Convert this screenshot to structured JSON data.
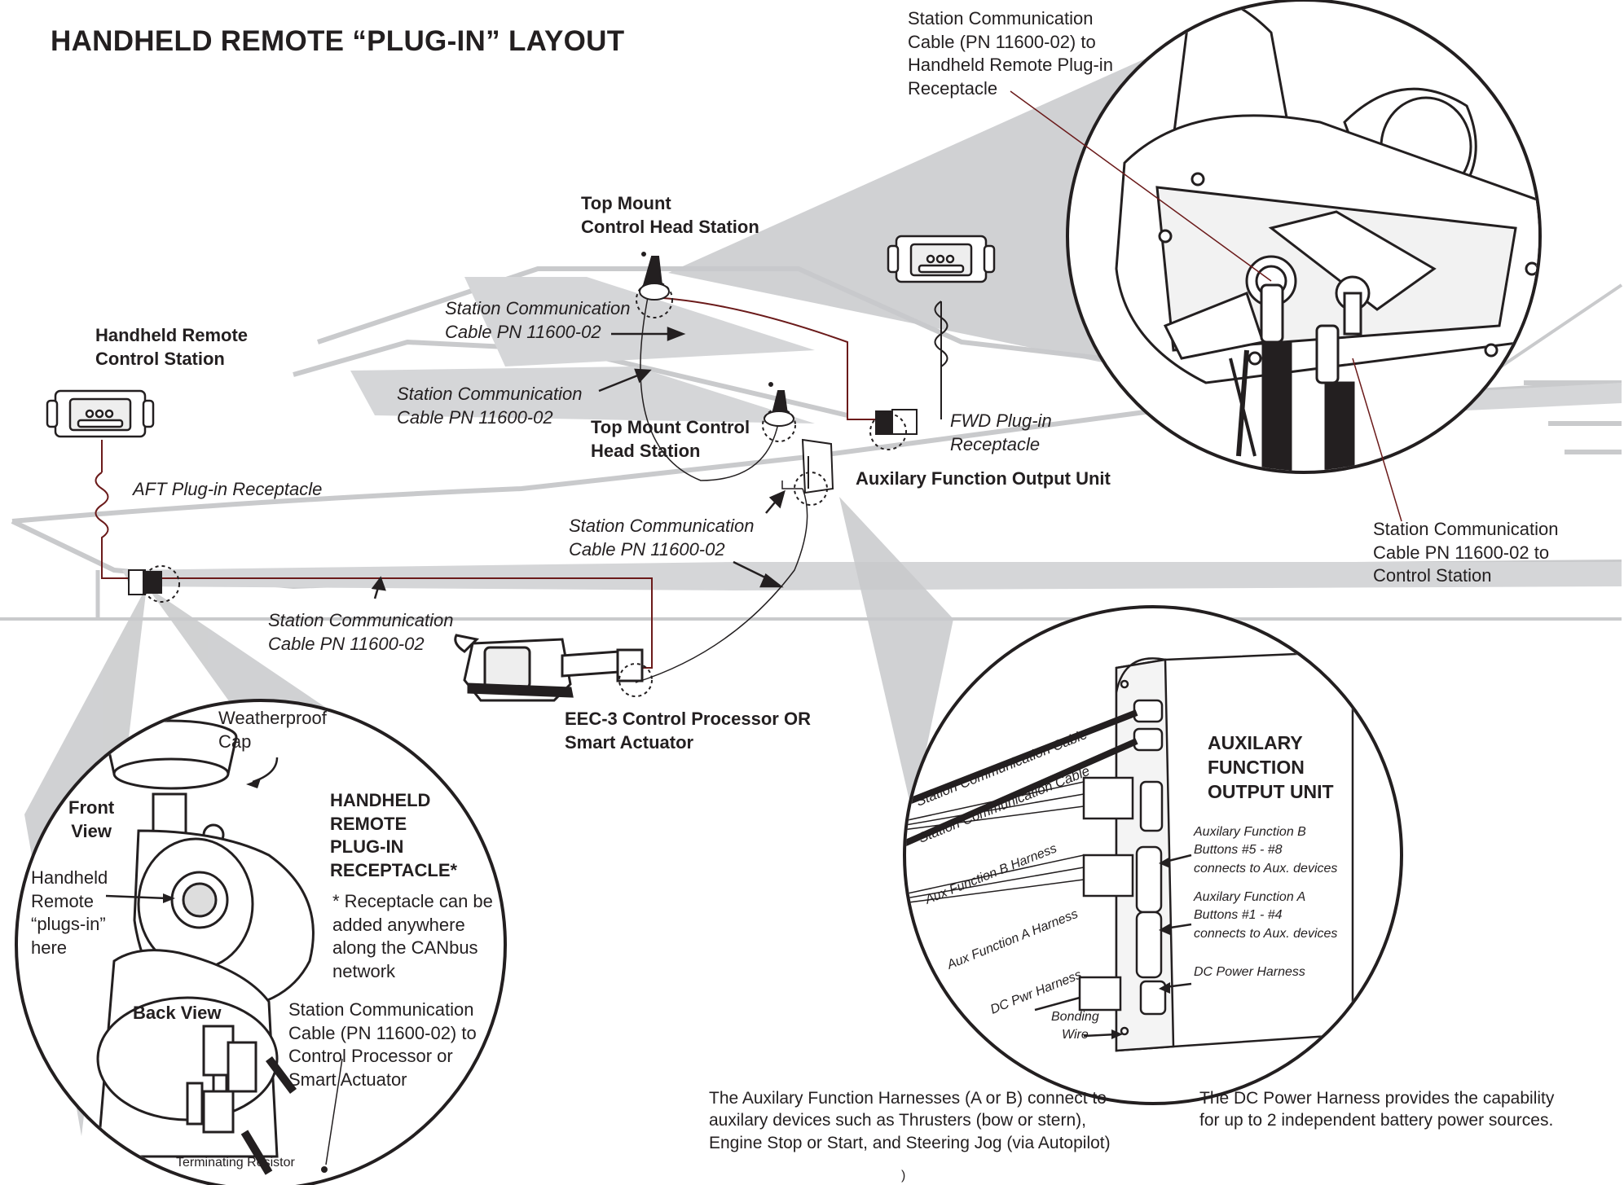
{
  "title": "HANDHELD REMOTE “PLUG-IN” LAYOUT",
  "labels": {
    "top_mount_head_station": [
      "Top Mount",
      "Control Head Station"
    ],
    "handheld_station": [
      "Handheld Remote",
      "Control Station"
    ],
    "station_cable_upper": [
      "Station Communication",
      "Cable  PN 11600-02"
    ],
    "station_cable_mid": [
      "Station Communication",
      "Cable  PN 11600-02"
    ],
    "top_mount_head_station_2": [
      "Top Mount Control",
      "Head Station"
    ],
    "fwd_receptacle": [
      "FWD Plug-in",
      "Receptacle"
    ],
    "aux_output_unit": "Auxilary Function Output Unit",
    "aft_receptacle": "AFT Plug-in Receptacle",
    "station_cable_right": [
      "Station Communication",
      "Cable  PN 11600-02"
    ],
    "station_cable_lower": [
      "Station Communication",
      "Cable  PN 11600-02"
    ],
    "eec3": [
      "EEC-3 Control Processor   OR",
      "Smart Actuator"
    ]
  },
  "top_detail": {
    "cable_to_receptacle": [
      "Station Communication",
      "Cable (PN 11600-02) to",
      "Handheld Remote Plug-in",
      "Receptacle"
    ],
    "cable_to_control_station": [
      "Station Communication",
      "Cable  PN 11600-02 to",
      "Control Station"
    ]
  },
  "receptacle_detail": {
    "weatherproof_cap": [
      "Weatherproof",
      "Cap"
    ],
    "front_view": [
      "Front",
      "View"
    ],
    "plugs_in_here": [
      "Handheld",
      "Remote",
      "“plugs-in”",
      "here"
    ],
    "heading": [
      "HANDHELD",
      "REMOTE",
      "PLUG-IN",
      "RECEPTACLE*"
    ],
    "note": [
      "* Receptacle can be",
      "added anywhere",
      "along the CANbus",
      "network"
    ],
    "back_view": "Back View",
    "cable_to_processor": [
      "Station Communication",
      "Cable (PN 11600-02) to",
      "Control Processor or",
      "Smart Actuator"
    ],
    "terminating_resistor": "Terminating Resistor"
  },
  "aux_detail": {
    "heading": [
      "AUXILARY",
      "FUNCTION",
      "OUTPUT UNIT"
    ],
    "cable_1": "Station Communication Cable",
    "cable_2": "Station Communication Cable",
    "harness_b": "Aux Function B Harness",
    "harness_a": "Aux Function A Harness",
    "dc_harness": "DC Pwr Harness",
    "func_b": [
      "Auxilary Function B",
      "Buttons #5 - #8",
      "connects to Aux. devices"
    ],
    "func_a": [
      "Auxilary Function A",
      "Buttons #1 - #4",
      "connects to Aux. devices"
    ],
    "dc_power": "DC Power Harness",
    "bonding_wire": [
      "Bonding",
      "Wire"
    ]
  },
  "notes": {
    "aux_harness": [
      "The Auxilary Function Harnesses (A or B) connect to",
      "auxilary  devices  such as Thrusters (bow or stern),",
      "Engine Stop or Start, and Steering Jog (via Autopilot)"
    ],
    "dc_harness": [
      "The DC Power Harness provides the capability",
      "for up to 2 independent battery power sources."
    ],
    "stray_mark": ")"
  },
  "colors": {
    "text": "#231f20",
    "cable": "#6b1a1a",
    "gray_fill": "#c8c9cb",
    "boat_outline": "#c9cacc",
    "dark": "#231f20"
  }
}
